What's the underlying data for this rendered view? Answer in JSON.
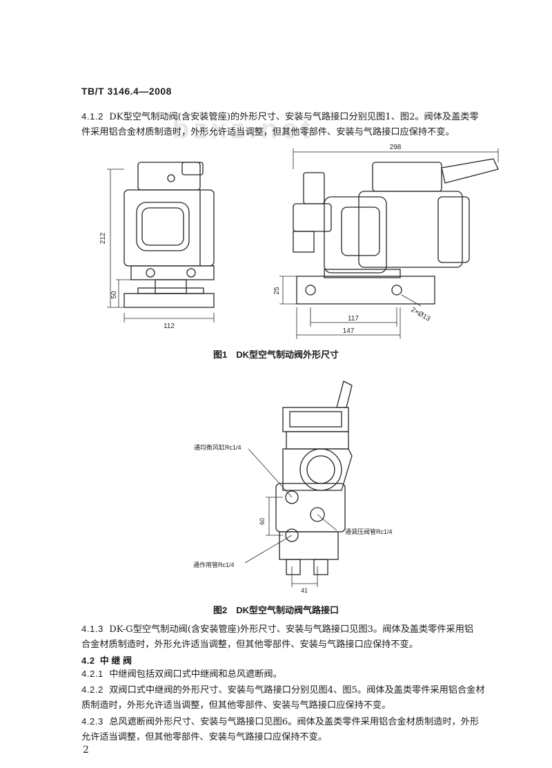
{
  "header": {
    "code": "TB/T 3146.4—2008"
  },
  "watermark": {
    "text": "bzxz.net"
  },
  "sections": {
    "p412": {
      "num": "4.1.2",
      "line1": "DK型空气制动阀(含安装管座)的外形尺寸、安装与气路接口分别见图1、图2。阀体及盖类零",
      "line2": "件采用铝合金材质制造时，外形允许适当调整，但其他零部件、安装与气路接口应保持不变。"
    },
    "p413": {
      "num": "4.1.3",
      "line1": "DK-G型空气制动阀(含安装管座)外形尺寸、安装与气路接口见图3。阀体及盖类零件采用铝",
      "line2": "合金材质制造时，外形允许适当调整，但其他零部件、安装与气路接口应保持不变。"
    },
    "h42": {
      "num": "4.2",
      "title": "中 继 阀"
    },
    "p421": {
      "num": "4.2.1",
      "line1": "中继阀包括双阀口式中继阀和总风遮断阀。"
    },
    "p422": {
      "num": "4.2.2",
      "line1": "双阀口式中继阀的外形尺寸、安装与气路接口分别见图4、图5。阀体及盖类零件采用铝合金材",
      "line2": "质制造时，外形允许适当调整，但其他零部件、安装与气路接口应保持不变。"
    },
    "p423": {
      "num": "4.2.3",
      "line1": "总风遮断阀外形尺寸、安装与气路接口见图6。阀体及盖类零件采用铝合金材质制造时，外形",
      "line2": "允许适当调整，但其他零部件、安装与气路接口应保持不变。"
    }
  },
  "figure1": {
    "caption": "图1　DK型空气制动阀外形尺寸",
    "dims": {
      "height_total": "212",
      "height_base": "50",
      "width_left": "112",
      "width_total": "298",
      "base_25": "25",
      "width_117": "117",
      "width_147": "147",
      "holes": "2×Ø13"
    }
  },
  "figure2": {
    "caption": "图2　DK型空气制动阀气路接口",
    "labels": {
      "equalizing": "通均衡风缸Rc1/4",
      "train_pipe": "通调压阀管Rc1/4",
      "working_pipe": "通作用管Rc1/4"
    },
    "dims": {
      "d60": "60",
      "d41": "41"
    }
  },
  "footer": {
    "page_number": "2"
  }
}
